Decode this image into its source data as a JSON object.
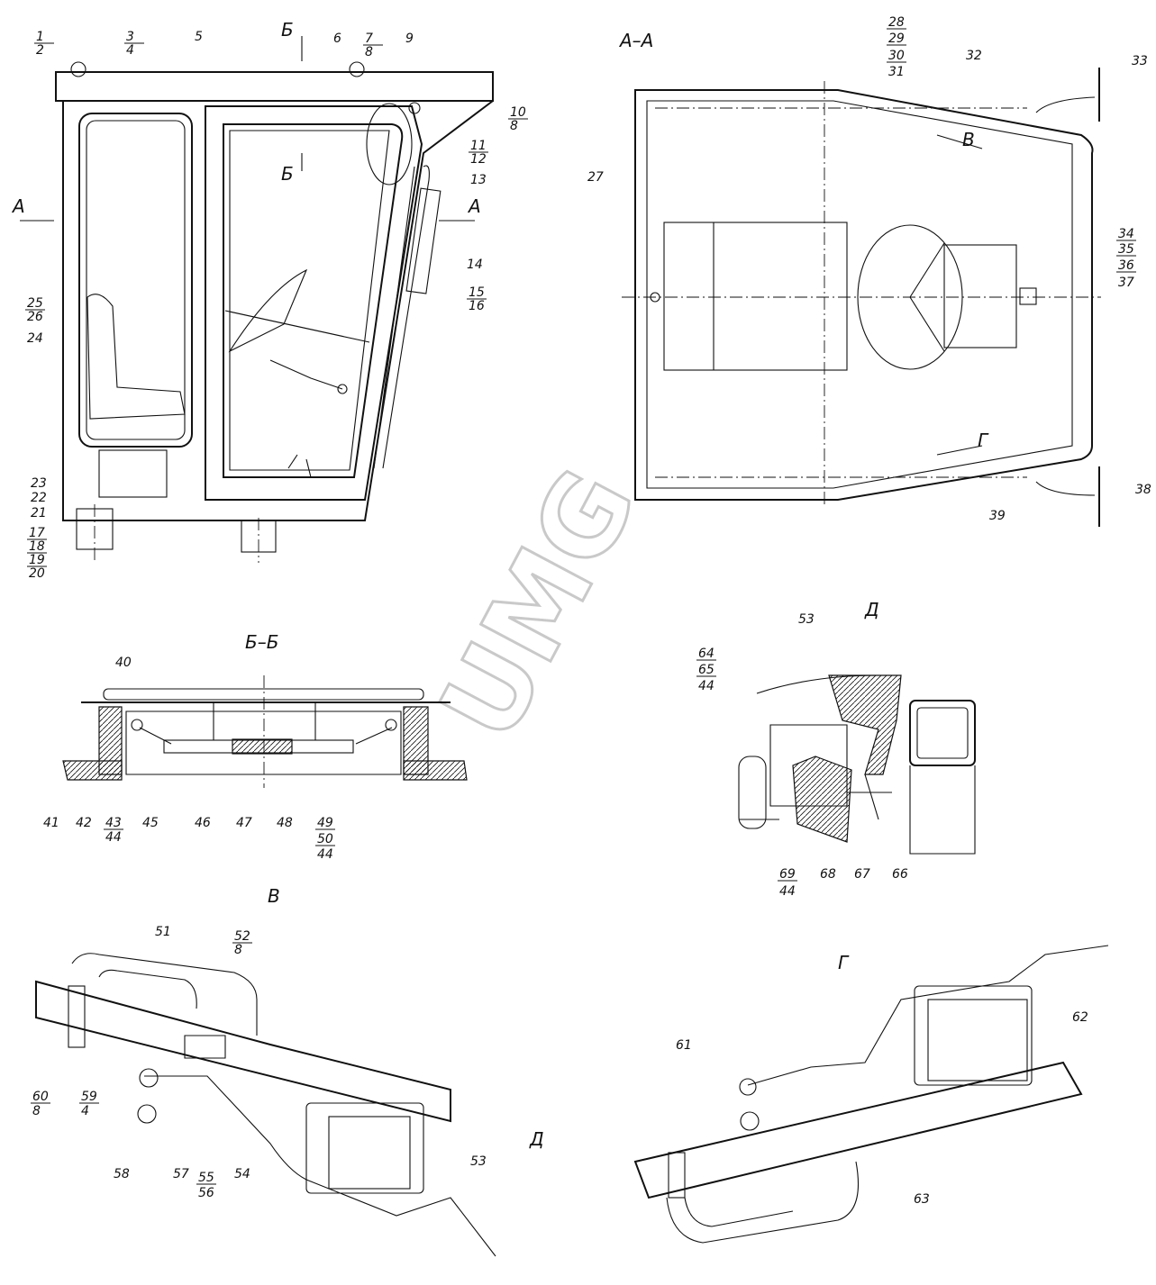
{
  "sections": {
    "aa": "А–А",
    "bb": "Б–Б",
    "v": "В",
    "g": "Г",
    "d": "Д"
  },
  "cut_marks": {
    "b_top": "Б",
    "b_bottom": "Б",
    "a_left": "A",
    "a_right": "A",
    "v_arrow": "В",
    "g_arrow": "Г",
    "d_arrow": "Д"
  },
  "watermark": "UMG",
  "callouts": [
    "1",
    "2",
    "3",
    "4",
    "5",
    "6",
    "7",
    "8",
    "9",
    "10",
    "8",
    "11",
    "12",
    "13",
    "14",
    "15",
    "16",
    "25",
    "26",
    "24",
    "23",
    "22",
    "21",
    "17",
    "18",
    "19",
    "20",
    "28",
    "29",
    "30",
    "31",
    "32",
    "33",
    "27",
    "34",
    "35",
    "36",
    "37",
    "38",
    "39",
    "40",
    "41",
    "42",
    "43",
    "44",
    "45",
    "46",
    "47",
    "48",
    "49",
    "50",
    "44",
    "53",
    "64",
    "65",
    "44",
    "69",
    "44",
    "68",
    "67",
    "66",
    "51",
    "52",
    "8",
    "60",
    "8",
    "59",
    "4",
    "58",
    "57",
    "55",
    "56",
    "54",
    "53",
    "61",
    "62",
    "63"
  ]
}
